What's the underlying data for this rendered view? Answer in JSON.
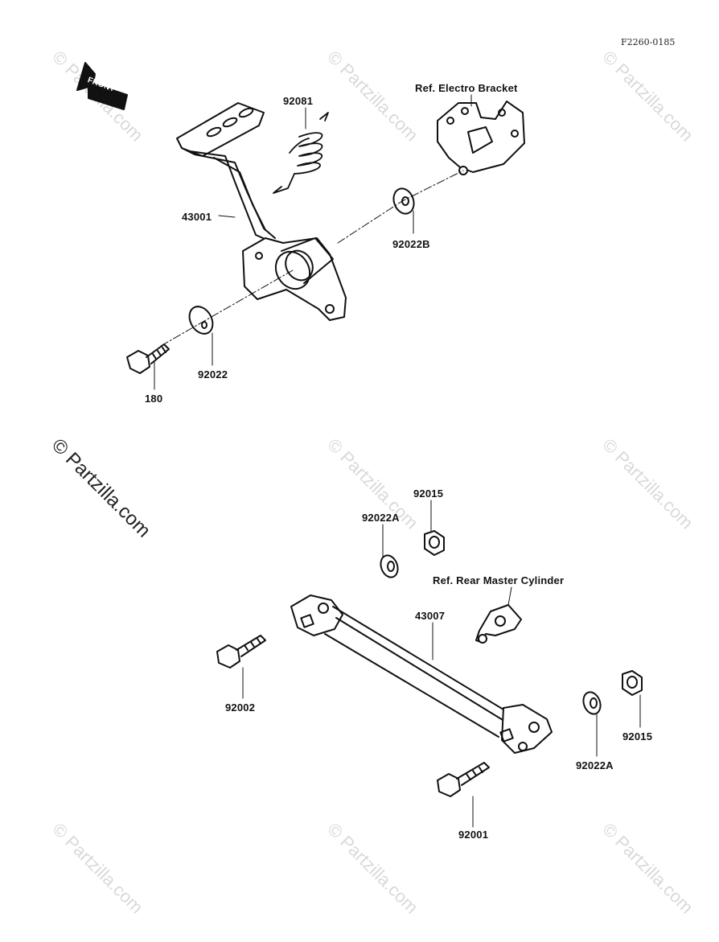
{
  "diagram": {
    "code": "F2260-0185",
    "front_badge": "FRONT",
    "watermark": "© Partzilla.com",
    "labels": {
      "p92081": "92081",
      "ref_electro": "Ref. Electro Bracket",
      "p43001": "43001",
      "p92022B": "92022B",
      "p92022": "92022",
      "p180": "180",
      "p92015_top": "92015",
      "p92022A_top": "92022A",
      "ref_master": "Ref. Rear Master Cylinder",
      "p43007": "43007",
      "p92002": "92002",
      "p92015_bottom": "92015",
      "p92022A_bottom": "92022A",
      "p92001": "92001"
    }
  }
}
